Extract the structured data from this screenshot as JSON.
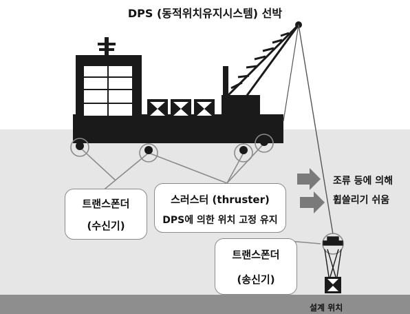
{
  "title": "DPS (동적위치유지시스템) 선박",
  "labels": {
    "current_line1": "조류 등에 의해",
    "current_line2": "휩쓸리기 쉬움",
    "design_position": "설계 위치"
  },
  "boxes": {
    "transponder_receiver": {
      "line1": "트랜스폰더",
      "line2": "(수신기)"
    },
    "thruster": {
      "line1": "스러스터 (thruster)",
      "line2": "DPS에 의한 위치 고정 유지"
    },
    "transponder_transmitter": {
      "line1": "트랜스폰더",
      "line2": "(송신기)"
    }
  },
  "colors": {
    "hull": "#1a1a1a",
    "water": "#e6e6e6",
    "seabed": "#8e8e8e",
    "arrow": "#7a7a7a",
    "connector": "#8a8a8a"
  }
}
